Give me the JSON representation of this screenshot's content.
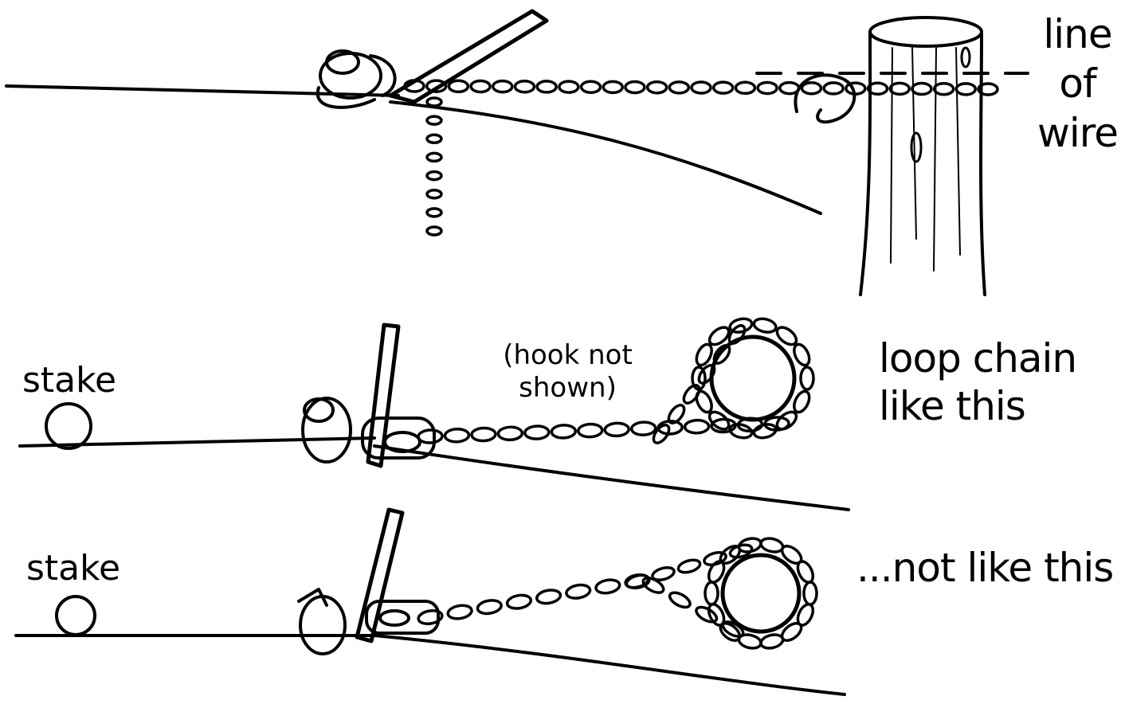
{
  "colors": {
    "ink": "#000000",
    "paper": "#ffffff"
  },
  "labels": {
    "line_of_wire": [
      "line",
      "of",
      "wire"
    ],
    "stake_top": "stake",
    "stake_bottom": "stake",
    "hook_not_shown": [
      "(hook not",
      "shown)"
    ],
    "loop_like_this": [
      "loop chain",
      "like this"
    ],
    "not_like_this": "...not like this"
  }
}
